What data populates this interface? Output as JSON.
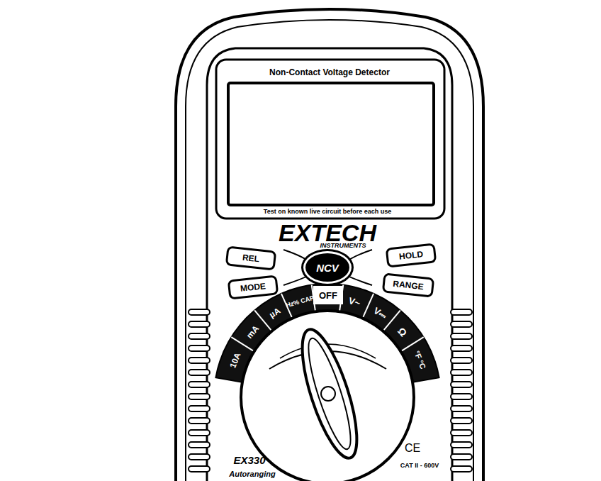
{
  "diagram": {
    "nodes": [
      {
        "text": [
          "REL"
        ]
      },
      {
        "text": [
          "NCV"
        ]
      },
      {
        "text": [
          "HOLD"
        ]
      },
      {
        "text": [
          "MODE"
        ]
      },
      {
        "text": [
          "RANGE"
        ]
      }
    ],
    "labels": [
      "Non-Contact Voltage Detector",
      "Test on known live circuit before each use",
      "EXTECH",
      "INSTRUMENTS",
      "10A",
      "mA",
      "µA",
      "Hz% CAP",
      "OFF",
      "V~",
      "V⎓",
      "Ω",
      "°F °C",
      "CE",
      "EX330",
      "Autoranging",
      "CAT II - 600V"
    ]
  }
}
